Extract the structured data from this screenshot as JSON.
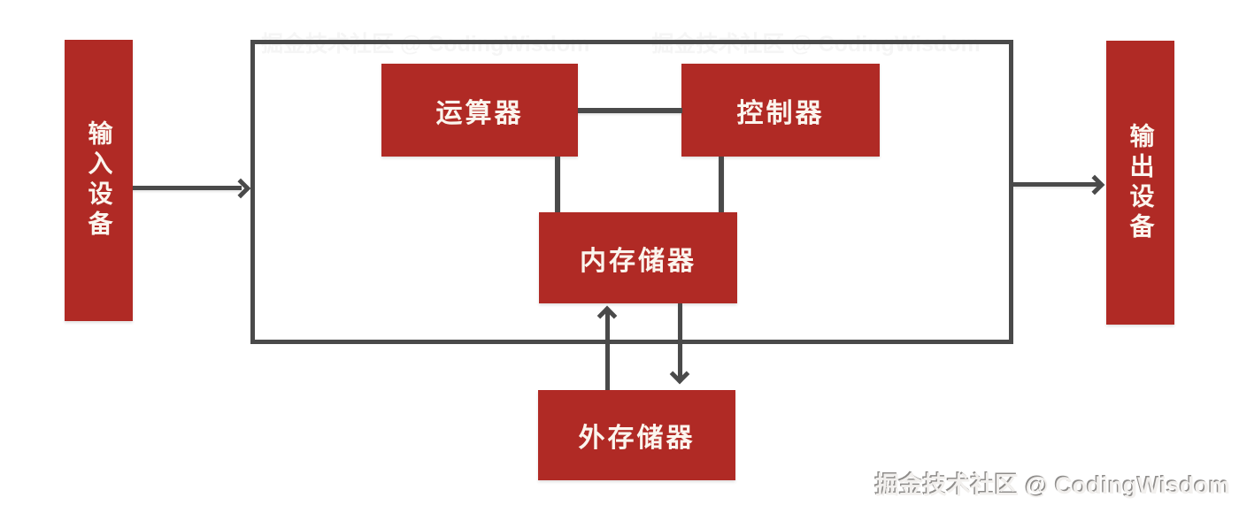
{
  "diagram": {
    "type": "block-diagram",
    "subject": "computer-architecture",
    "nodes": {
      "input_device": {
        "label": "输入设备"
      },
      "alu": {
        "label": "运算器"
      },
      "control_unit": {
        "label": "控制器"
      },
      "main_memory": {
        "label": "内存储器"
      },
      "external_memory": {
        "label": "外存储器"
      },
      "output_device": {
        "label": "输出设备"
      }
    },
    "edges": [
      {
        "from": "input_device",
        "to": "host_boundary",
        "style": "arrow-right"
      },
      {
        "from": "alu",
        "to": "control_unit",
        "style": "plain-line"
      },
      {
        "from": "alu",
        "to": "main_memory",
        "style": "plain-line"
      },
      {
        "from": "control_unit",
        "to": "main_memory",
        "style": "plain-line"
      },
      {
        "from": "external_memory",
        "to": "main_memory",
        "style": "arrow-up"
      },
      {
        "from": "main_memory",
        "to": "external_memory",
        "style": "arrow-down"
      },
      {
        "from": "host_boundary",
        "to": "output_device",
        "style": "arrow-right"
      }
    ],
    "colors": {
      "node_fill": "#b02a25",
      "node_text": "#fbf5ee",
      "line": "#4a4a4a",
      "background": "#ffffff"
    }
  },
  "watermark": {
    "text": "掘金技术社区 @ CodingWisdom"
  }
}
